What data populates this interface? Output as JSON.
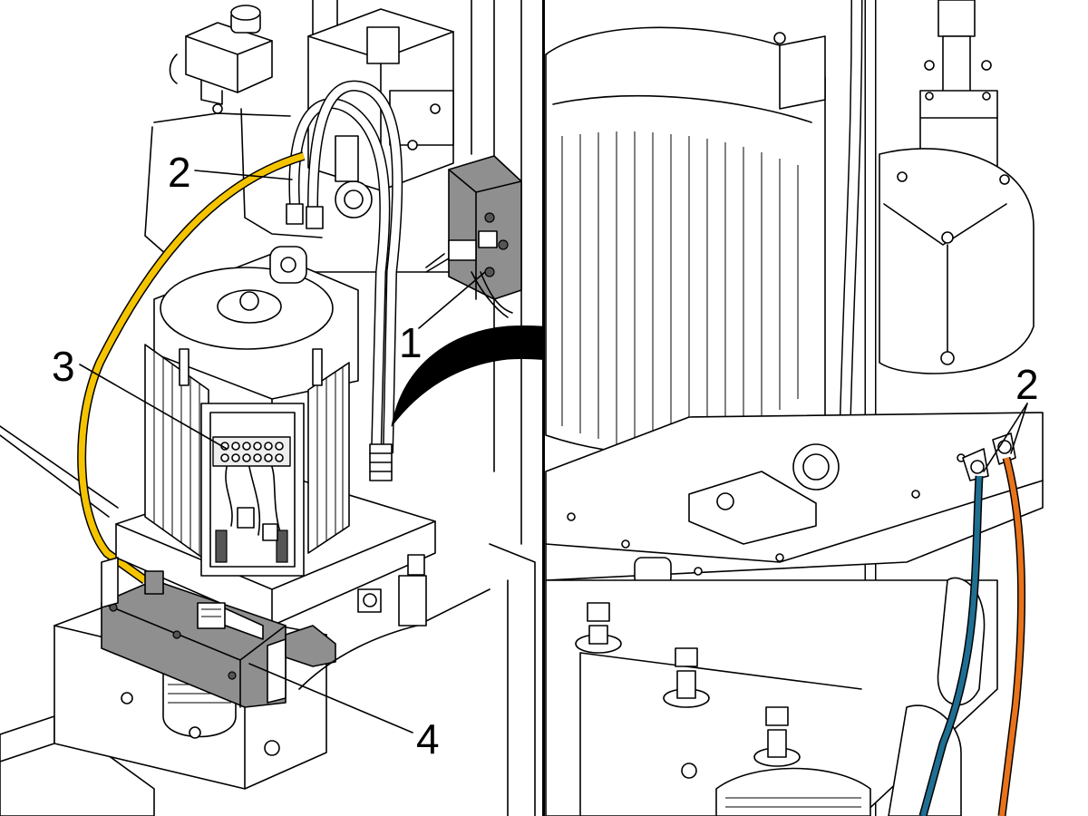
{
  "callouts": {
    "left": [
      {
        "id": "1",
        "text": "1"
      },
      {
        "id": "2",
        "text": "2"
      },
      {
        "id": "3",
        "text": "3"
      },
      {
        "id": "4",
        "text": "4"
      }
    ],
    "right": [
      {
        "id": "2",
        "text": "2"
      }
    ]
  },
  "colors": {
    "hose_yellow": "#f5c400",
    "hose_blue": "#1f6f93",
    "hose_orange": "#e8731b",
    "terminal_block_gray": "#8f8f8f",
    "motor_fill": "#ffffff",
    "outline": "#000000"
  },
  "icons": {
    "transition_arrow": "curved-arrow-right-icon"
  }
}
